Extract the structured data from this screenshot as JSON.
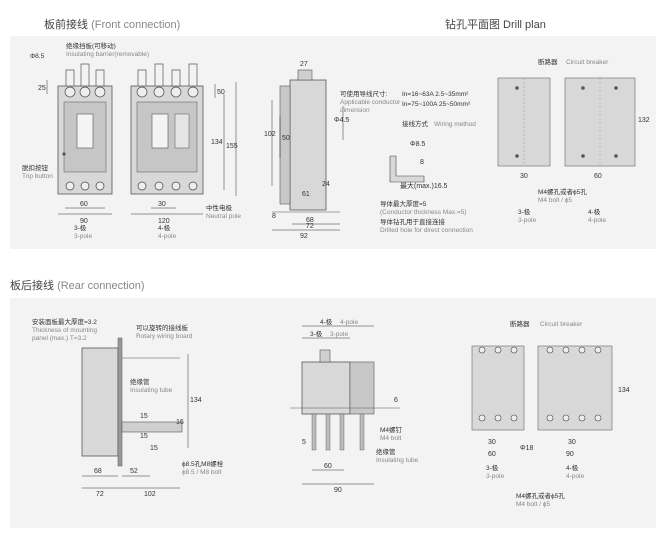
{
  "front": {
    "title_cn": "板前接线",
    "title_en": "(Front connection)",
    "dia_85": "Φ8.5",
    "barrier_cn": "绝缘挡板(可移动)",
    "barrier_en": "Insulating barrier(removable)",
    "dim_25": "25",
    "dim_50": "50",
    "dim_134": "134",
    "dim_155": "155",
    "trip_cn": "脱扣按钮",
    "trip_en": "Trip button",
    "dim_60": "60",
    "dim_90": "90",
    "dim_30": "30",
    "dim_120": "120",
    "neutral_cn": "中性电极",
    "neutral_en": "Neutral pole",
    "pole3_cn": "3-极",
    "pole3_en": "3-pole",
    "pole4_cn": "4-极",
    "pole4_en": "4-pole",
    "side": {
      "dim_27": "27",
      "dim_102": "102",
      "dim_50": "50",
      "dim_phi45": "Φ4.5",
      "dim_24": "24",
      "dim_61": "61",
      "dim_8": "8",
      "dim_68": "68",
      "dim_72": "72",
      "dim_92": "92"
    },
    "wire_cn": "可使用导线尺寸:",
    "wire_en1": "Applicable conductor",
    "wire_en2": "dimension",
    "wire_r1": "In=16~63A  2.5~35mm²",
    "wire_r2": "In=75~100A  25~50mm²",
    "method_cn": "接线方式",
    "method_en": "Wiring method",
    "m_dia": "Φ8.5",
    "m_8": "8",
    "m_max": "最大(max.)16.5",
    "thick_cn": "导体最大厚度=5",
    "thick_en": "(Conductor thickness Max.=5)",
    "drill_cn": "导体钻孔用于直接连接",
    "drill_en": "Drilled hole for direct connection"
  },
  "drill": {
    "title": "钻孔平面图 Drill plan",
    "cb_cn": "断路器",
    "cb_en": "Circuit breaker",
    "dim_132": "132",
    "dim_30": "30",
    "dim_60": "60",
    "bolt_cn": "M4螺孔或者ϕ5孔",
    "bolt_en": "M4 bolt / ϕ5",
    "pole3_cn": "3-极",
    "pole3_en": "3-pole",
    "pole4_cn": "4-极",
    "pole4_en": "4-pole"
  },
  "rear": {
    "title_cn": "板后接线",
    "title_en": "(Rear connection)",
    "panel_cn": "安装面板最大厚度=3.2",
    "panel_en1": "Thickness of mounting",
    "panel_en2": "panel (max.) T=3.2",
    "rotary_cn": "可以旋转的接线板",
    "rotary_en": "Rotary wiring board",
    "tube_cn": "绝缘管",
    "tube_en": "Insulating tube",
    "dim_134": "134",
    "dim_15a": "15",
    "dim_15b": "15",
    "dim_16": "16",
    "dim_15c": "15",
    "bolt_cn": "ϕ8.5孔M8螺栓",
    "bolt_en": "ϕ8.5 / M8 bolt",
    "dim_68": "68",
    "dim_52": "52",
    "dim_72": "72",
    "dim_102": "102",
    "mid": {
      "p4_cn": "4-极",
      "p4_en": "4-pole",
      "p3_cn": "3-极",
      "p3_en": "3-pole",
      "dim_6": "6",
      "dim_5": "5",
      "dim_60": "60",
      "dim_90": "90",
      "m4_cn": "M4螺钉",
      "m4_en": "M4 bolt",
      "tube_cn": "绝缘管",
      "tube_en": "Insulating tube"
    },
    "plan": {
      "cb_cn": "断路器",
      "cb_en": "Circuit breaker",
      "dim_134": "134",
      "dim_30a": "30",
      "dim_60": "60",
      "dim_18": "Φ18",
      "dim_30b": "30",
      "dim_90": "90",
      "pole3_cn": "3-极",
      "pole3_en": "3-pole",
      "pole4_cn": "4-极",
      "pole4_en": "4-pole",
      "bolt_cn": "M4螺孔或者ϕ5孔",
      "bolt_en": "M4 bolt / ϕ5"
    }
  }
}
